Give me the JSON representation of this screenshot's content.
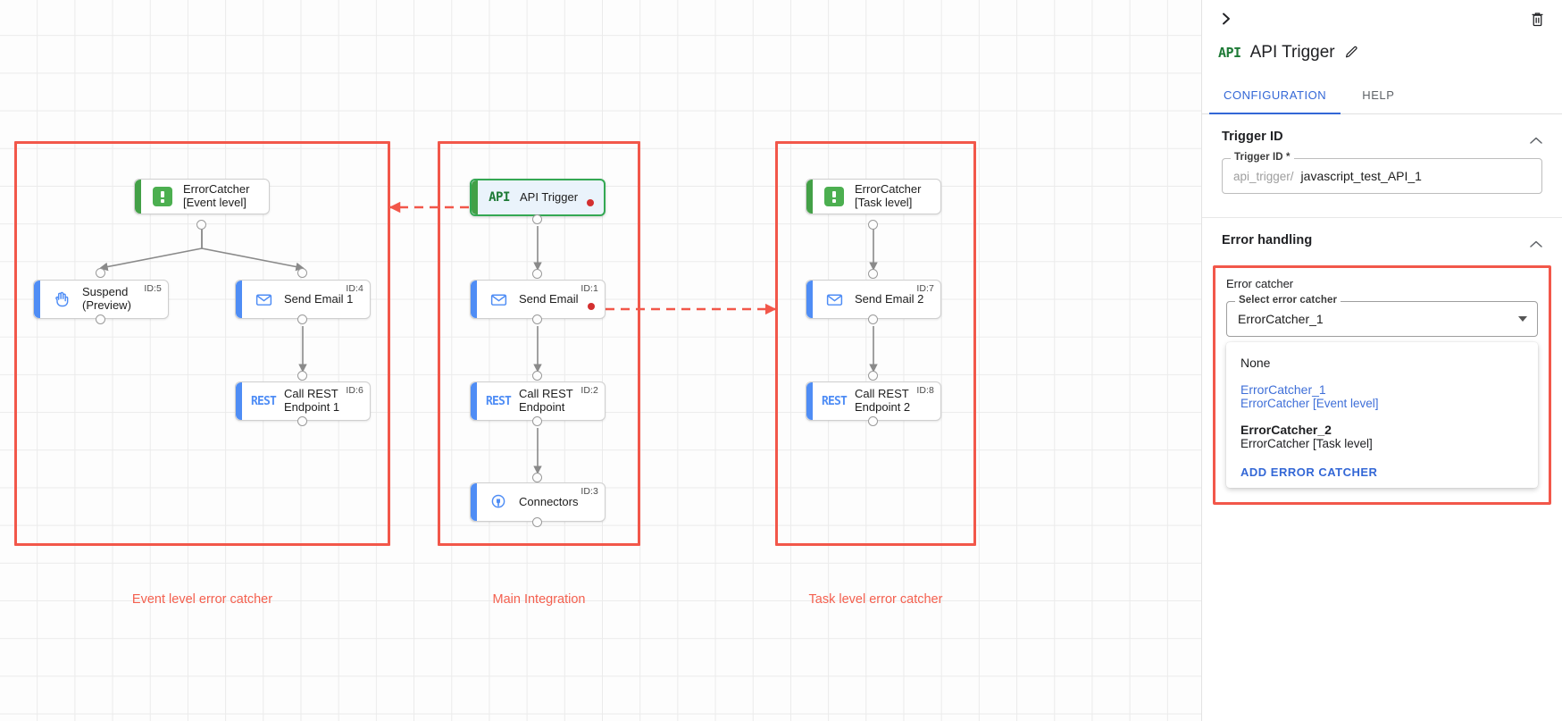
{
  "canvas": {
    "groups": [
      {
        "id": "event-level",
        "label": "Event level error catcher"
      },
      {
        "id": "main-integration",
        "label": "Main Integration"
      },
      {
        "id": "task-level",
        "label": "Task level error catcher"
      }
    ],
    "nodes": [
      {
        "key": "ec1",
        "label": "ErrorCatcher\n[Event level]",
        "icon": "error-catcher-icon",
        "id_tag": "",
        "accent": "#43a047",
        "selected": false,
        "error_dot": false
      },
      {
        "key": "suspend",
        "label": "Suspend\n(Preview)",
        "icon": "hand-icon",
        "id_tag": "ID:5",
        "accent": "#4f8df5",
        "selected": false,
        "error_dot": false
      },
      {
        "key": "email1",
        "label": "Send Email 1",
        "icon": "envelope-icon",
        "id_tag": "ID:4",
        "accent": "#4f8df5",
        "selected": false,
        "error_dot": false
      },
      {
        "key": "rest1",
        "label": "Call REST\nEndpoint 1",
        "icon": "rest-icon",
        "id_tag": "ID:6",
        "accent": "#4f8df5",
        "selected": false,
        "error_dot": false
      },
      {
        "key": "apitrigger",
        "label": "API Trigger",
        "icon": "api-icon",
        "id_tag": "",
        "accent": "#43a047",
        "selected": true,
        "error_dot": true
      },
      {
        "key": "email0",
        "label": "Send Email",
        "icon": "envelope-icon",
        "id_tag": "ID:1",
        "accent": "#4f8df5",
        "selected": false,
        "error_dot": true
      },
      {
        "key": "rest0",
        "label": "Call REST\nEndpoint",
        "icon": "rest-icon",
        "id_tag": "ID:2",
        "accent": "#4f8df5",
        "selected": false,
        "error_dot": false
      },
      {
        "key": "connectors",
        "label": "Connectors",
        "icon": "connectors-icon",
        "id_tag": "ID:3",
        "accent": "#4f8df5",
        "selected": false,
        "error_dot": false
      },
      {
        "key": "ec2",
        "label": "ErrorCatcher\n[Task level]",
        "icon": "error-catcher-icon",
        "id_tag": "",
        "accent": "#43a047",
        "selected": false,
        "error_dot": false
      },
      {
        "key": "email2",
        "label": "Send Email 2",
        "icon": "envelope-icon",
        "id_tag": "ID:7",
        "accent": "#4f8df5",
        "selected": false,
        "error_dot": false
      },
      {
        "key": "rest2",
        "label": "Call REST\nEndpoint 2",
        "icon": "rest-icon",
        "id_tag": "ID:8",
        "accent": "#4f8df5",
        "selected": false,
        "error_dot": false
      }
    ],
    "colors": {
      "group_border": "#f2574a",
      "group_label": "#f4604f",
      "error_link": "#f2574a",
      "wire": "#8a8a8a",
      "grid": "#ebebeb"
    }
  },
  "panel": {
    "icon": "api-icon",
    "title": "API Trigger",
    "edit_icon": "pencil-icon",
    "collapse_icon": "chevron-right-icon",
    "delete_icon": "trash-icon",
    "tabs": [
      {
        "label": "CONFIGURATION",
        "active": true
      },
      {
        "label": "HELP",
        "active": false
      }
    ],
    "trigger_section": {
      "heading": "Trigger ID",
      "field_label": "Trigger ID *",
      "prefix": "api_trigger/",
      "value": "javascript_test_API_1"
    },
    "error_section": {
      "heading": "Error handling",
      "block_title": "Error catcher",
      "select_label": "Select error catcher",
      "select_value": "ErrorCatcher_1",
      "options": [
        {
          "primary": "None",
          "secondary": "",
          "selected": false,
          "bold": false
        },
        {
          "primary": "ErrorCatcher_1",
          "secondary": "ErrorCatcher [Event level]",
          "selected": true,
          "bold": false
        },
        {
          "primary": "ErrorCatcher_2",
          "secondary": "ErrorCatcher [Task level]",
          "selected": false,
          "bold": true
        }
      ],
      "action_label": "ADD ERROR CATCHER"
    },
    "accent_color": "#3367d6"
  }
}
